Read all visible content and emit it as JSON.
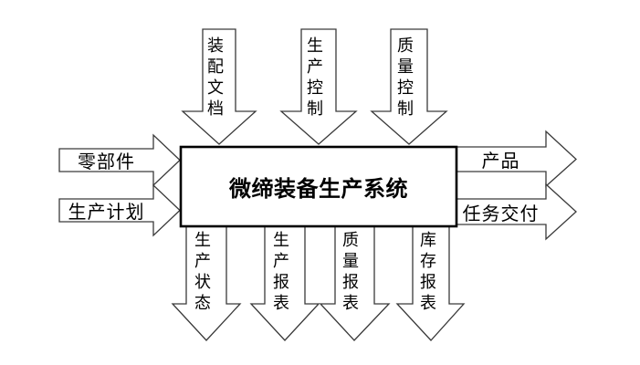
{
  "diagram": {
    "title": "微缔装备生产系统",
    "inputs_top": [
      {
        "label": "装配文档"
      },
      {
        "label": "生产控制"
      },
      {
        "label": "质量控制"
      }
    ],
    "inputs_left": [
      {
        "label": "零部件"
      },
      {
        "label": "生产计划"
      }
    ],
    "outputs_right": [
      {
        "label": "产品"
      },
      {
        "label": "任务交付"
      }
    ],
    "outputs_bottom": [
      {
        "label": "生产状态"
      },
      {
        "label": "生产报表"
      },
      {
        "label": "质量报表"
      },
      {
        "label": "库存报表"
      }
    ],
    "colors": {
      "arrow_stroke": "#3a3a3a",
      "box_border": "#000000",
      "background": "#ffffff",
      "text": "#000000"
    }
  }
}
